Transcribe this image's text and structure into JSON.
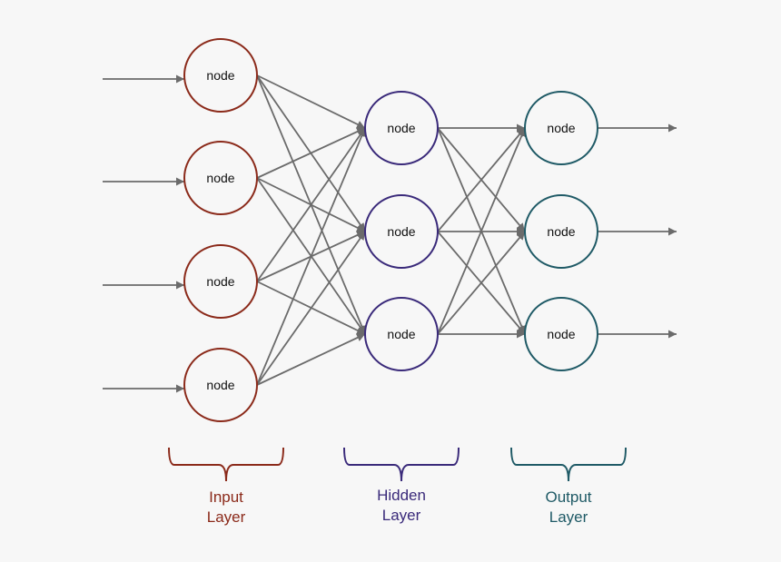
{
  "diagram": {
    "type": "neural-network",
    "edge_color": "#6b6b6b",
    "layers": [
      {
        "id": "input",
        "title_line1": "Input",
        "title_line2": "Layer",
        "color": "#8b2a1a",
        "nodes": [
          "node",
          "node",
          "node",
          "node"
        ]
      },
      {
        "id": "hidden",
        "title_line1": "Hidden",
        "title_line2": "Layer",
        "color": "#3a2a7a",
        "nodes": [
          "node",
          "node",
          "node"
        ]
      },
      {
        "id": "output",
        "title_line1": "Output",
        "title_line2": "Layer",
        "color": "#1f5a66",
        "nodes": [
          "node",
          "node",
          "node"
        ]
      }
    ],
    "connectivity": "fully-connected",
    "external_inputs": 4,
    "external_outputs": 3
  }
}
